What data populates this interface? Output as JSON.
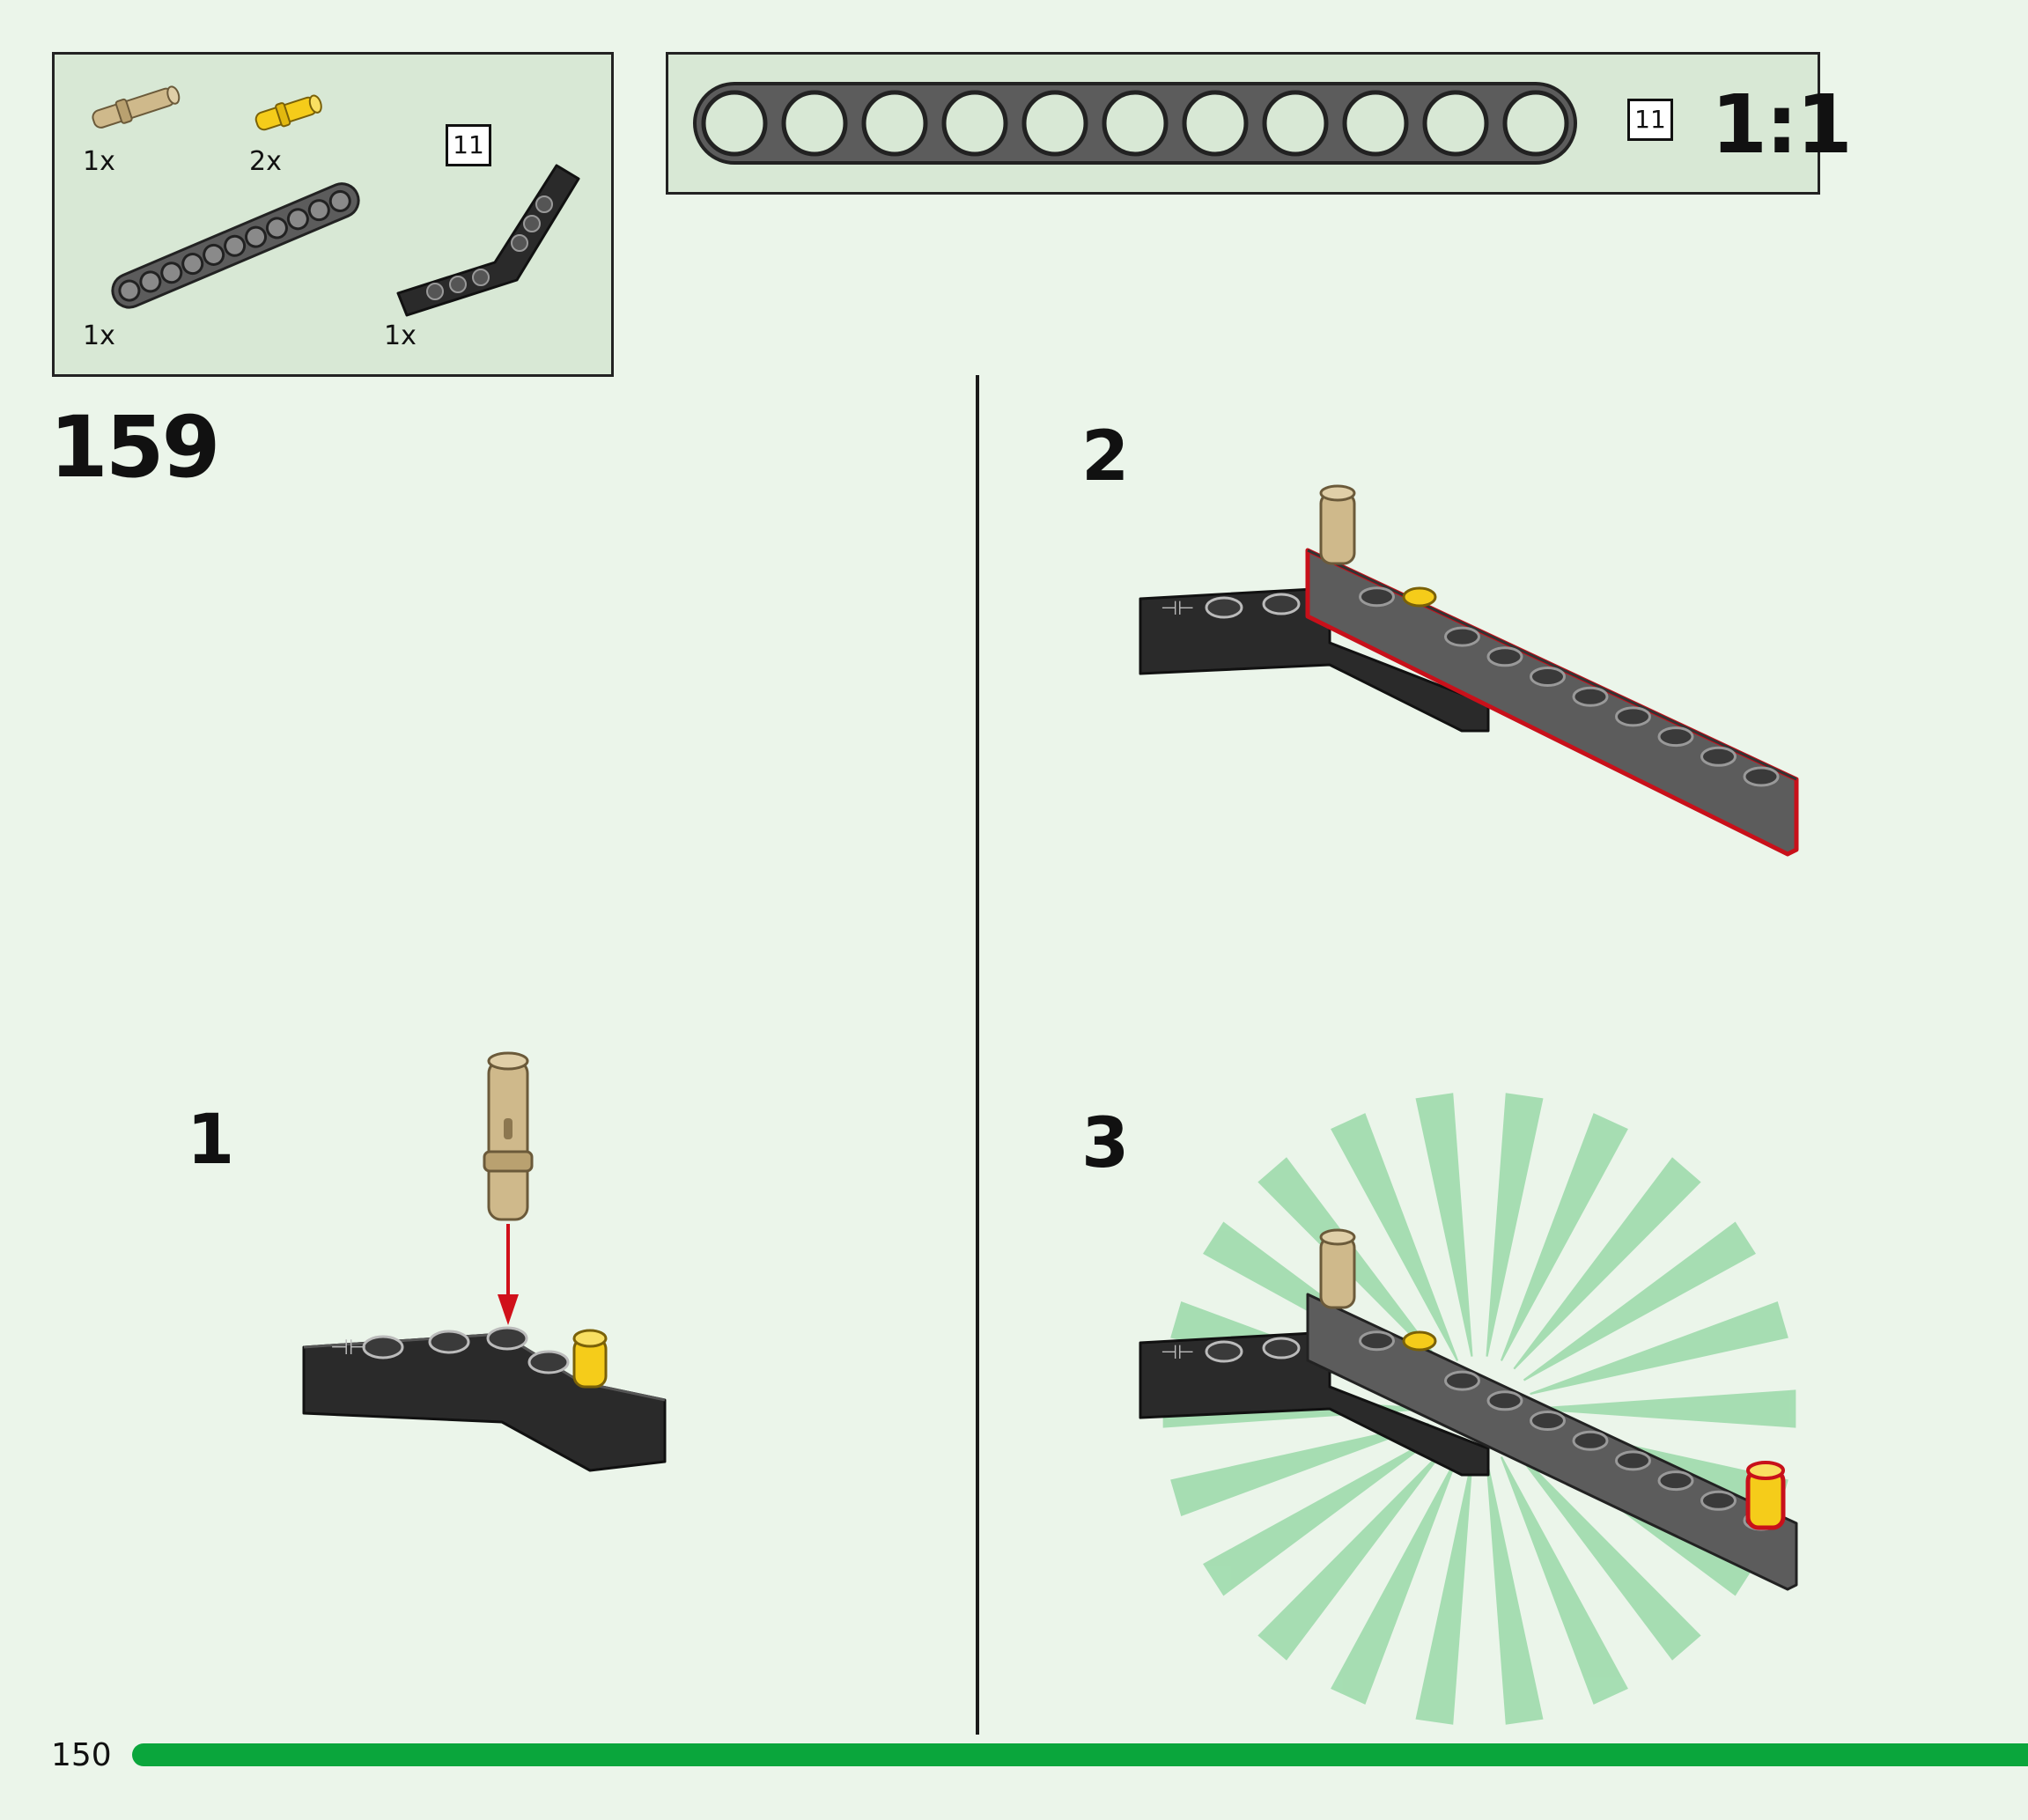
{
  "inventory": {
    "items": [
      {
        "part": "tan-axle-pin",
        "quantity": "1x"
      },
      {
        "part": "yellow-short-pin",
        "quantity": "2x"
      },
      {
        "part": "gray-11-beam",
        "quantity": "1x",
        "length_badge": "11"
      },
      {
        "part": "black-angled-beam",
        "quantity": "1x"
      }
    ]
  },
  "scale_ref": {
    "length_badge": "11",
    "ratio": "1:1",
    "hole_count": 11
  },
  "step": {
    "number": "159"
  },
  "substeps": [
    {
      "number": "1"
    },
    {
      "number": "2"
    },
    {
      "number": "3"
    }
  ],
  "footer": {
    "page_number": "150",
    "progress_color": "#0aa63c"
  },
  "colors": {
    "background": "#ebf5ea",
    "panel": "#d8e8d5",
    "beam_dark": "#2a2a2a",
    "beam_gray": "#5c5c5c",
    "tan": "#cfb98b",
    "yellow": "#f5cc1a",
    "arrow": "#d0101a",
    "highlight": "#c8101a",
    "burst": "#8fd6a0"
  }
}
